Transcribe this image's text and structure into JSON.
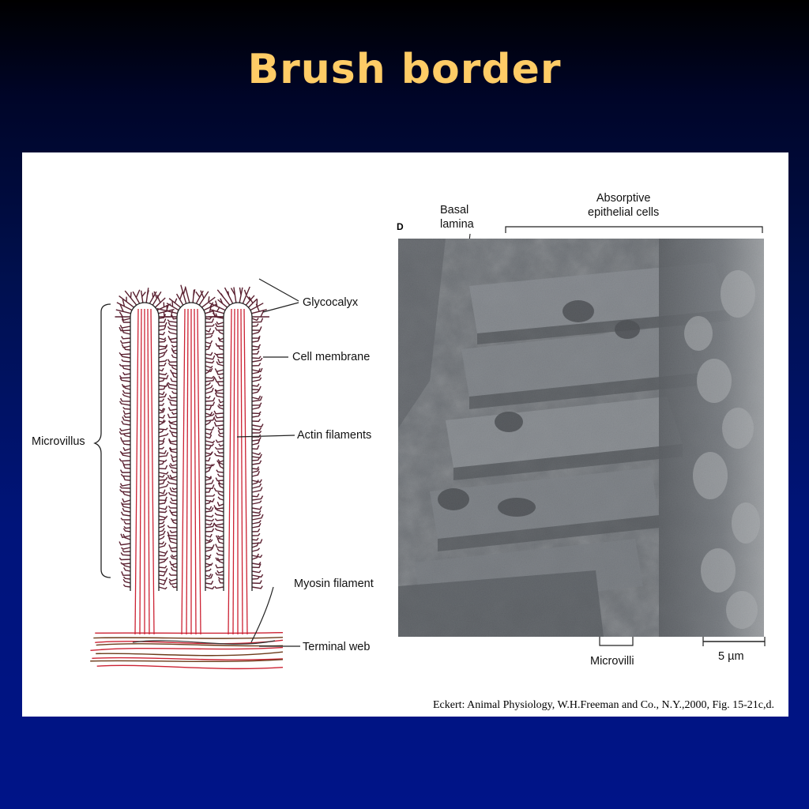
{
  "title": "Brush border",
  "figure": {
    "panel_letter": "D",
    "caption": "Eckert: Animal Physiology, W.H.Freeman and Co., N.Y.,2000, Fig. 15-21c,d.",
    "diagram_labels": {
      "glycocalyx": "Glycocalyx",
      "cell_membrane": "Cell membrane",
      "microvillus": "Microvillus",
      "actin_filaments": "Actin filaments",
      "myosin_filament": "Myosin filament",
      "terminal_web": "Terminal web"
    },
    "micrograph_labels": {
      "basal_lamina_line1": "Basal",
      "basal_lamina_line2": "lamina",
      "absorptive_line1": "Absorptive",
      "absorptive_line2": "epithelial cells",
      "microvilli": "Microvilli",
      "scale": "5 µm"
    }
  },
  "colors": {
    "title": "#ffcc66",
    "actin": "#cc2233",
    "glycocalyx": "#5a2030",
    "web_dark": "#6b3b1a"
  }
}
